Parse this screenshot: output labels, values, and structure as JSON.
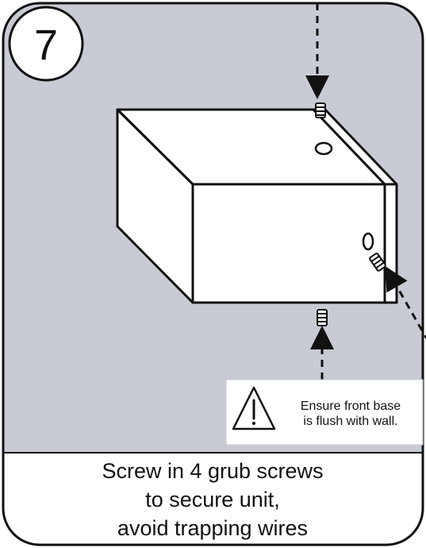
{
  "step_number": "7",
  "caution_text": {
    "line1": "Ensure front base",
    "line2": "is flush with wall."
  },
  "caption": {
    "line1": "Screw in 4 grub screws",
    "line2": "to secure unit,",
    "line3": "avoid trapping wires"
  },
  "colors": {
    "panel_background": "#c9cbd4",
    "caption_background": "#ffffff",
    "line": "#111111",
    "unit_fill": "#ffffff"
  },
  "icons": {
    "warning": "warning-triangle-icon"
  }
}
